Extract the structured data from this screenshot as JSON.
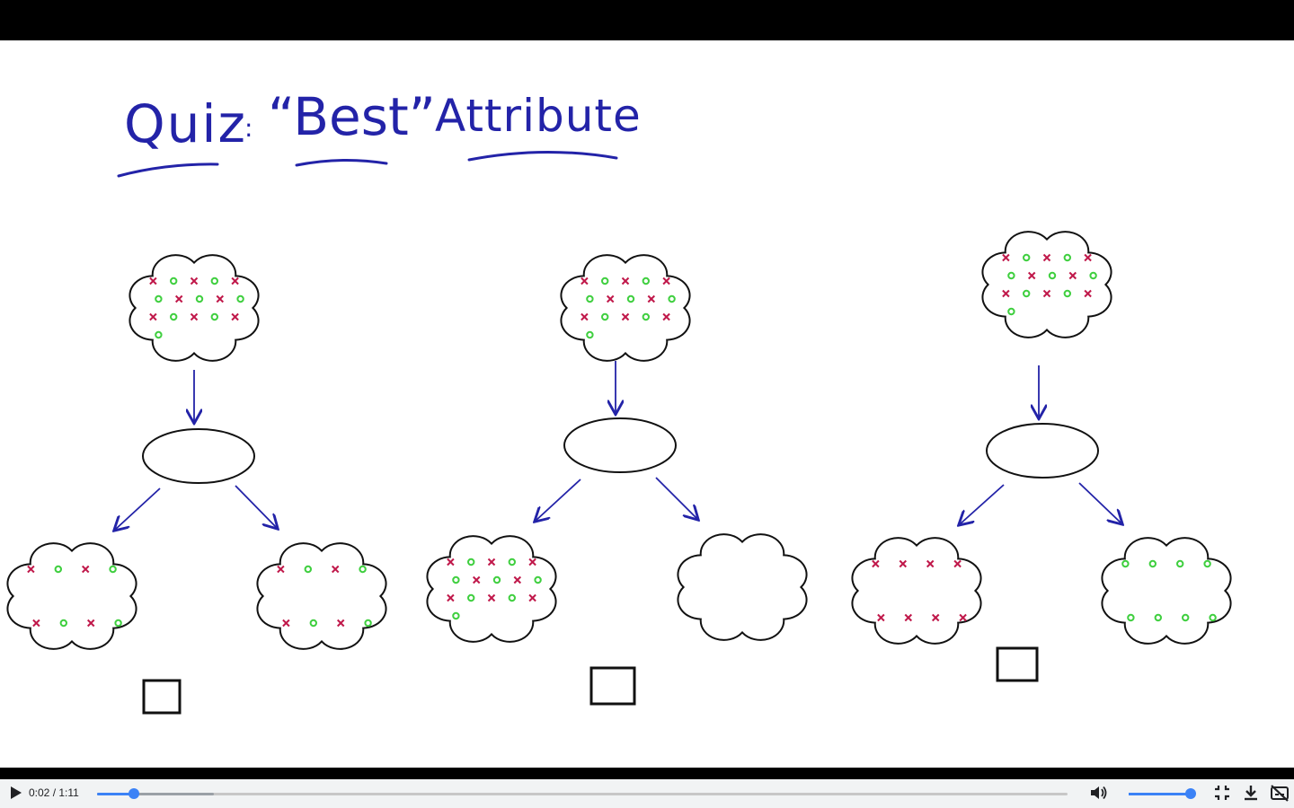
{
  "video": {
    "slide": {
      "title_words": [
        "Quiz",
        ":",
        "“Best”",
        "Attribute"
      ],
      "ink_color": "#2323a8",
      "red_mark_color": "#c0184a",
      "green_mark_color": "#3fcf3f",
      "trees": [
        {
          "root": {
            "red": 8,
            "green": 8
          },
          "left_child": {
            "red": 4,
            "green": 4
          },
          "right_child": {
            "red": 4,
            "green": 4
          }
        },
        {
          "root": {
            "red": 8,
            "green": 8
          },
          "left_child": {
            "red": 8,
            "green": 8
          },
          "right_child": {
            "red": 0,
            "green": 0
          }
        },
        {
          "root": {
            "red": 8,
            "green": 8
          },
          "left_child": {
            "red": 8,
            "green": 0
          },
          "right_child": {
            "red": 0,
            "green": 8
          }
        }
      ]
    },
    "controls": {
      "current_time": "0:02",
      "duration": "1:11",
      "time_display": "0:02 / 1:11",
      "played_fraction": 0.038,
      "buffered_fraction": 0.12,
      "volume_fraction": 0.93,
      "accent_color": "#3b82f6",
      "icons": [
        "play-icon",
        "volume-icon",
        "exit-fullscreen-icon",
        "download-icon",
        "captions-off-icon"
      ]
    }
  }
}
